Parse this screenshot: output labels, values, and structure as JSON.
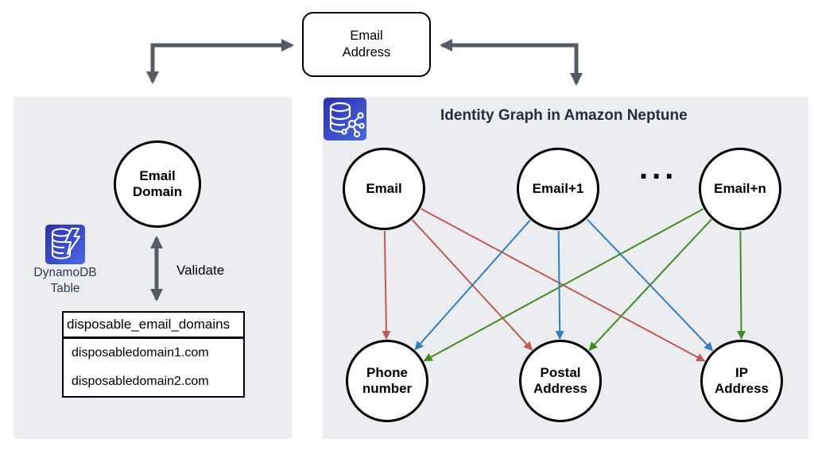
{
  "top_box": {
    "label": "Email\nAddress"
  },
  "left_panel": {
    "node_label": "Email\nDomain",
    "dynamodb_icon": "dynamodb-database-lightning-icon",
    "dynamodb_label": "DynamoDB\nTable",
    "validate_label": "Validate",
    "table": {
      "header": "disposable_email_domains",
      "rows": [
        "disposabledomain1.com",
        "disposabledomain2.com"
      ]
    }
  },
  "right_panel": {
    "title": "Identity Graph in Amazon Neptune",
    "neptune_icon": "neptune-database-graph-icon",
    "ellipsis": "...",
    "top_nodes": [
      {
        "id": "email",
        "label": "Email"
      },
      {
        "id": "email+1",
        "label": "Email+1"
      },
      {
        "id": "email+n",
        "label": "Email+n"
      }
    ],
    "bottom_nodes": [
      {
        "id": "phone",
        "label": "Phone\nnumber"
      },
      {
        "id": "postal",
        "label": "Postal\nAddress"
      },
      {
        "id": "ip",
        "label": "IP\nAddress"
      }
    ],
    "edges": [
      {
        "from": "email",
        "to": "phone",
        "color": "red"
      },
      {
        "from": "email",
        "to": "postal",
        "color": "red"
      },
      {
        "from": "email",
        "to": "ip",
        "color": "red"
      },
      {
        "from": "email+1",
        "to": "phone",
        "color": "blue"
      },
      {
        "from": "email+1",
        "to": "postal",
        "color": "blue"
      },
      {
        "from": "email+1",
        "to": "ip",
        "color": "blue"
      },
      {
        "from": "email+n",
        "to": "phone",
        "color": "green"
      },
      {
        "from": "email+n",
        "to": "postal",
        "color": "green"
      },
      {
        "from": "email+n",
        "to": "ip",
        "color": "green"
      }
    ]
  },
  "colors": {
    "edge_red": "#bf5a55",
    "edge_blue": "#2f7fc1",
    "edge_green": "#3f8c21",
    "arrow_gray": "#545b64",
    "panel_bg": "#ecedf1",
    "title_text": "#232f3e",
    "icon_label_text": "#2e3c52",
    "aws_icon_blue_dark": "#2b2fae",
    "aws_icon_blue_light": "#4968e2"
  }
}
